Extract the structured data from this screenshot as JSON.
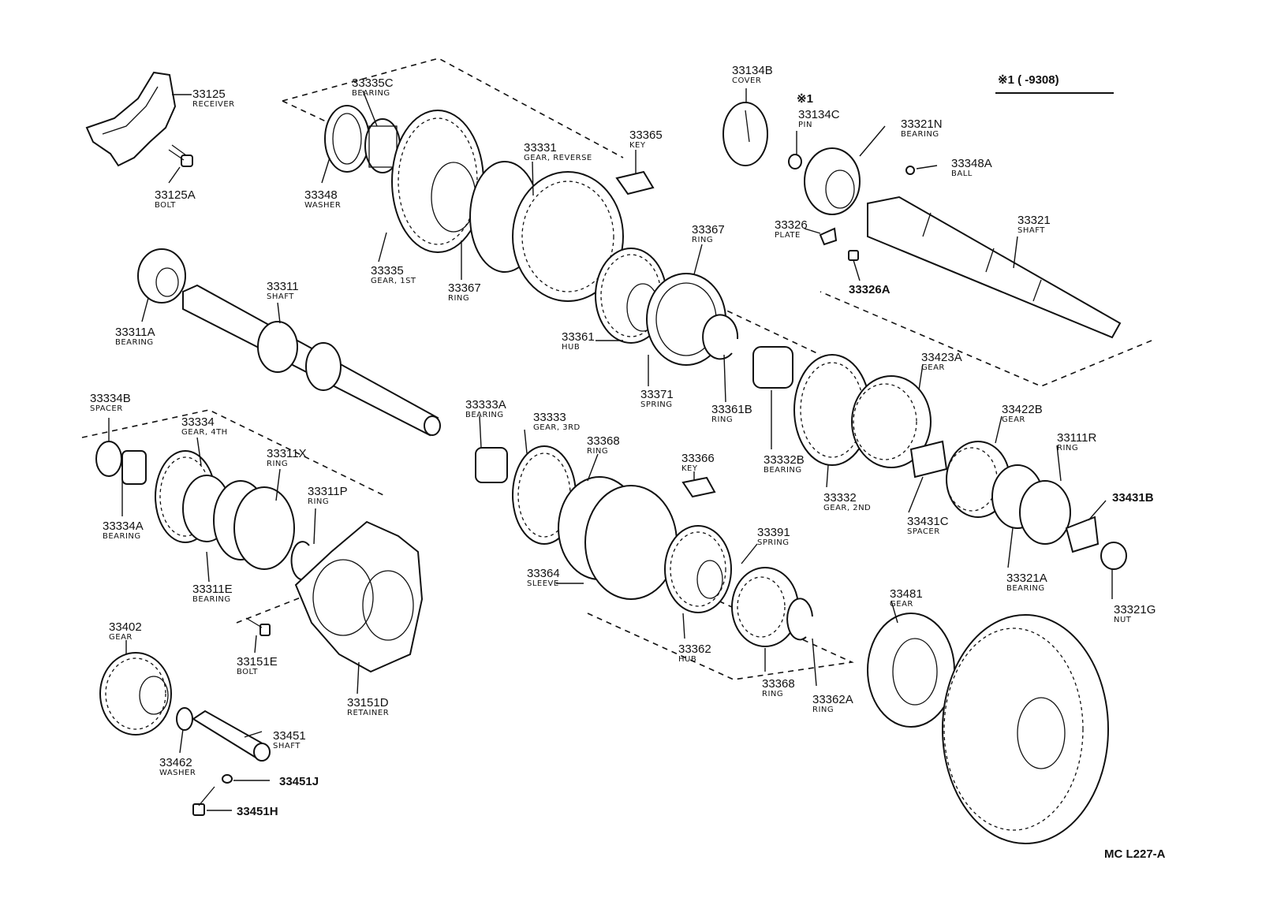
{
  "header": {
    "note_text": "※1 (        -9308)"
  },
  "footer": {
    "code": "MC  L227-A"
  },
  "labels": [
    {
      "id": "33125",
      "num": "33125",
      "name": "RECEIVER"
    },
    {
      "id": "33125A",
      "num": "33125A",
      "name": "BOLT"
    },
    {
      "id": "33335C",
      "num": "33335C",
      "name": "BEARING"
    },
    {
      "id": "33348",
      "num": "33348",
      "name": "WASHER"
    },
    {
      "id": "33335",
      "num": "33335",
      "name": "GEAR, 1ST"
    },
    {
      "id": "33331",
      "num": "33331",
      "name": "GEAR, REVERSE"
    },
    {
      "id": "33365",
      "num": "33365",
      "name": "KEY"
    },
    {
      "id": "33367a",
      "num": "33367",
      "name": "RING"
    },
    {
      "id": "33367b",
      "num": "33367",
      "name": "RING"
    },
    {
      "id": "33361",
      "num": "33361",
      "name": "HUB"
    },
    {
      "id": "33371",
      "num": "33371",
      "name": "SPRING"
    },
    {
      "id": "33361B",
      "num": "33361B",
      "name": "RING"
    },
    {
      "id": "33134B",
      "num": "33134B",
      "name": "COVER"
    },
    {
      "id": "33134C",
      "num": "33134C",
      "name": "PIN"
    },
    {
      "id": "33321N",
      "num": "33321N",
      "name": "BEARING"
    },
    {
      "id": "33348A",
      "num": "33348A",
      "name": "BALL"
    },
    {
      "id": "33326",
      "num": "33326",
      "name": "PLATE"
    },
    {
      "id": "33326A",
      "num": "33326A",
      "name": ""
    },
    {
      "id": "33321",
      "num": "33321",
      "name": "SHAFT"
    },
    {
      "id": "33311A",
      "num": "33311A",
      "name": "BEARING"
    },
    {
      "id": "33311",
      "num": "33311",
      "name": "SHAFT"
    },
    {
      "id": "33334B",
      "num": "33334B",
      "name": "SPACER"
    },
    {
      "id": "33334",
      "num": "33334",
      "name": "GEAR, 4TH"
    },
    {
      "id": "33334A",
      "num": "33334A",
      "name": "BEARING"
    },
    {
      "id": "33311X",
      "num": "33311X",
      "name": "RING"
    },
    {
      "id": "33311P",
      "num": "33311P",
      "name": "RING"
    },
    {
      "id": "33311E",
      "num": "33311E",
      "name": "BEARING"
    },
    {
      "id": "33151E",
      "num": "33151E",
      "name": "BOLT"
    },
    {
      "id": "33151D",
      "num": "33151D",
      "name": "RETAINER"
    },
    {
      "id": "33402",
      "num": "33402",
      "name": "GEAR"
    },
    {
      "id": "33462",
      "num": "33462",
      "name": "WASHER"
    },
    {
      "id": "33451",
      "num": "33451",
      "name": "SHAFT"
    },
    {
      "id": "33451J",
      "num": "33451J",
      "name": ""
    },
    {
      "id": "33451H",
      "num": "33451H",
      "name": ""
    },
    {
      "id": "33333A",
      "num": "33333A",
      "name": "BEARING"
    },
    {
      "id": "33333",
      "num": "33333",
      "name": "GEAR, 3RD"
    },
    {
      "id": "33368a",
      "num": "33368",
      "name": "RING"
    },
    {
      "id": "33366",
      "num": "33366",
      "name": "KEY"
    },
    {
      "id": "33364",
      "num": "33364",
      "name": "SLEEVE"
    },
    {
      "id": "33391",
      "num": "33391",
      "name": "SPRING"
    },
    {
      "id": "33362",
      "num": "33362",
      "name": "HUB"
    },
    {
      "id": "33368b",
      "num": "33368",
      "name": "RING"
    },
    {
      "id": "33362A",
      "num": "33362A",
      "name": "RING"
    },
    {
      "id": "33332B",
      "num": "33332B",
      "name": "BEARING"
    },
    {
      "id": "33332",
      "num": "33332",
      "name": "GEAR, 2ND"
    },
    {
      "id": "33423A",
      "num": "33423A",
      "name": "GEAR"
    },
    {
      "id": "33431C",
      "num": "33431C",
      "name": "SPACER"
    },
    {
      "id": "33422B",
      "num": "33422B",
      "name": "GEAR"
    },
    {
      "id": "33111R",
      "num": "33111R",
      "name": "RING"
    },
    {
      "id": "33431B",
      "num": "33431B",
      "name": ""
    },
    {
      "id": "33321A",
      "num": "33321A",
      "name": "BEARING"
    },
    {
      "id": "33321G",
      "num": "33321G",
      "name": "NUT"
    },
    {
      "id": "33481",
      "num": "33481",
      "name": "GEAR"
    }
  ]
}
